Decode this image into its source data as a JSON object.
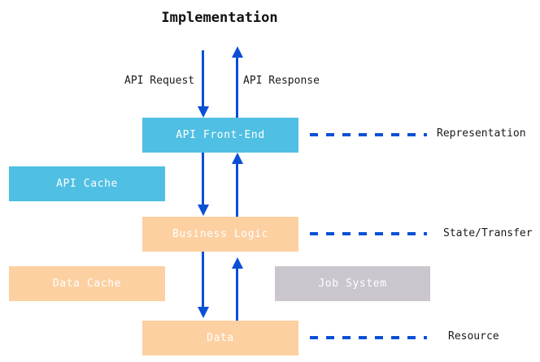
{
  "diagram": {
    "title": "Implementation",
    "type": "layered-architecture-flow",
    "colors": {
      "blue_box": "#4fbfe3",
      "orange_box": "#fcd0a1",
      "grey_box": "#cbc6ce",
      "arrow": "#0b4fd6",
      "box_text": "#ffffff",
      "label_text": "#1a1a1a",
      "background": "#ffffff"
    },
    "nodes": [
      {
        "id": "api-front-end",
        "label": "API Front-End",
        "color": "blue",
        "column": "center"
      },
      {
        "id": "api-cache",
        "label": "API Cache",
        "color": "blue",
        "column": "left"
      },
      {
        "id": "business-logic",
        "label": "Business Logic",
        "color": "orange",
        "column": "center"
      },
      {
        "id": "data-cache",
        "label": "Data Cache",
        "color": "orange",
        "column": "left"
      },
      {
        "id": "job-system",
        "label": "Job System",
        "color": "grey",
        "column": "right"
      },
      {
        "id": "data",
        "label": "Data",
        "color": "orange",
        "column": "center"
      }
    ],
    "flows": [
      {
        "id": "api-request",
        "label": "API Request",
        "direction": "down"
      },
      {
        "id": "api-response",
        "label": "API Response",
        "direction": "up"
      }
    ],
    "layers": [
      {
        "id": "representation",
        "label": "Representation",
        "attached_to": "api-front-end"
      },
      {
        "id": "state-transfer",
        "label": "State/Transfer",
        "attached_to": "business-logic"
      },
      {
        "id": "resource",
        "label": "Resource",
        "attached_to": "data"
      }
    ]
  }
}
